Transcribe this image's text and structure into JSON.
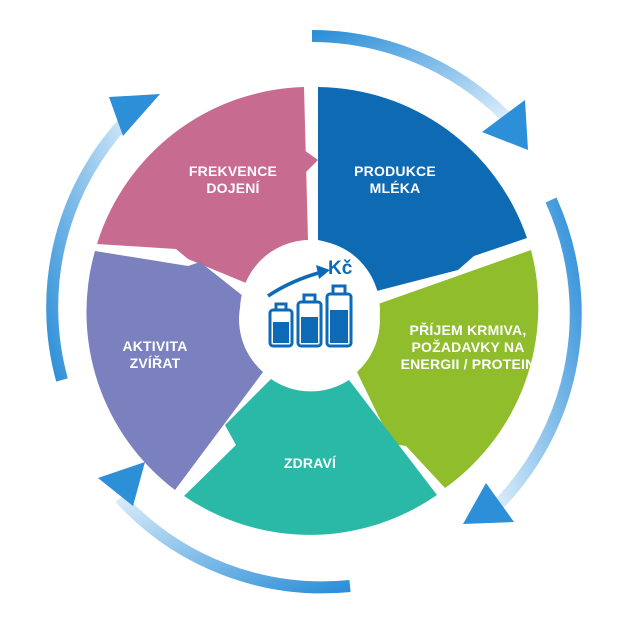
{
  "segments": {
    "frekvence": {
      "lines": [
        "FREKVENCE",
        "DOJENÍ"
      ],
      "color": "#c86b91"
    },
    "produkce": {
      "lines": [
        "PRODUKCE",
        "MLÉKA"
      ],
      "color": "#0f6ab4"
    },
    "prijem": {
      "lines": [
        "PŘÍJEM KRMIVA,",
        "POŽADAVKY NA",
        "ENERGII / PROTEIN"
      ],
      "color": "#8fbd2b"
    },
    "zdravi": {
      "lines": [
        "ZDRAVÍ"
      ],
      "color": "#2bb9a7"
    },
    "aktivita": {
      "lines": [
        "AKTIVITA",
        "ZVÍŘAT"
      ],
      "color": "#7b80bf"
    }
  },
  "center": {
    "currency": "Kč",
    "icon": "milk-bottles-rising-price-icon",
    "color": "#0d6ab7"
  },
  "cycle_arrow": {
    "icon": "circular-arrow-icon",
    "color": "#2d8fd8"
  }
}
